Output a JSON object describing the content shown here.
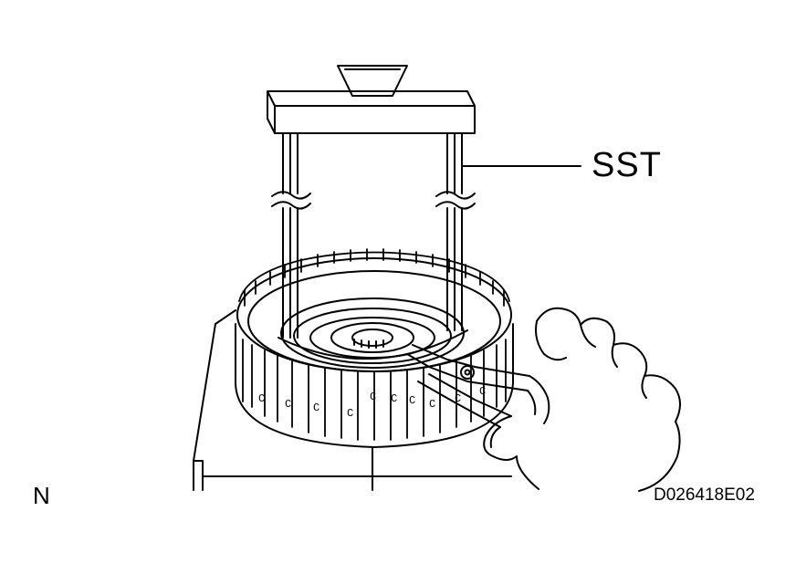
{
  "labels": {
    "tool": "SST",
    "view_code": "N",
    "figure_id": "D026418E02"
  },
  "colors": {
    "line": "#000000",
    "background": "#ffffff"
  }
}
